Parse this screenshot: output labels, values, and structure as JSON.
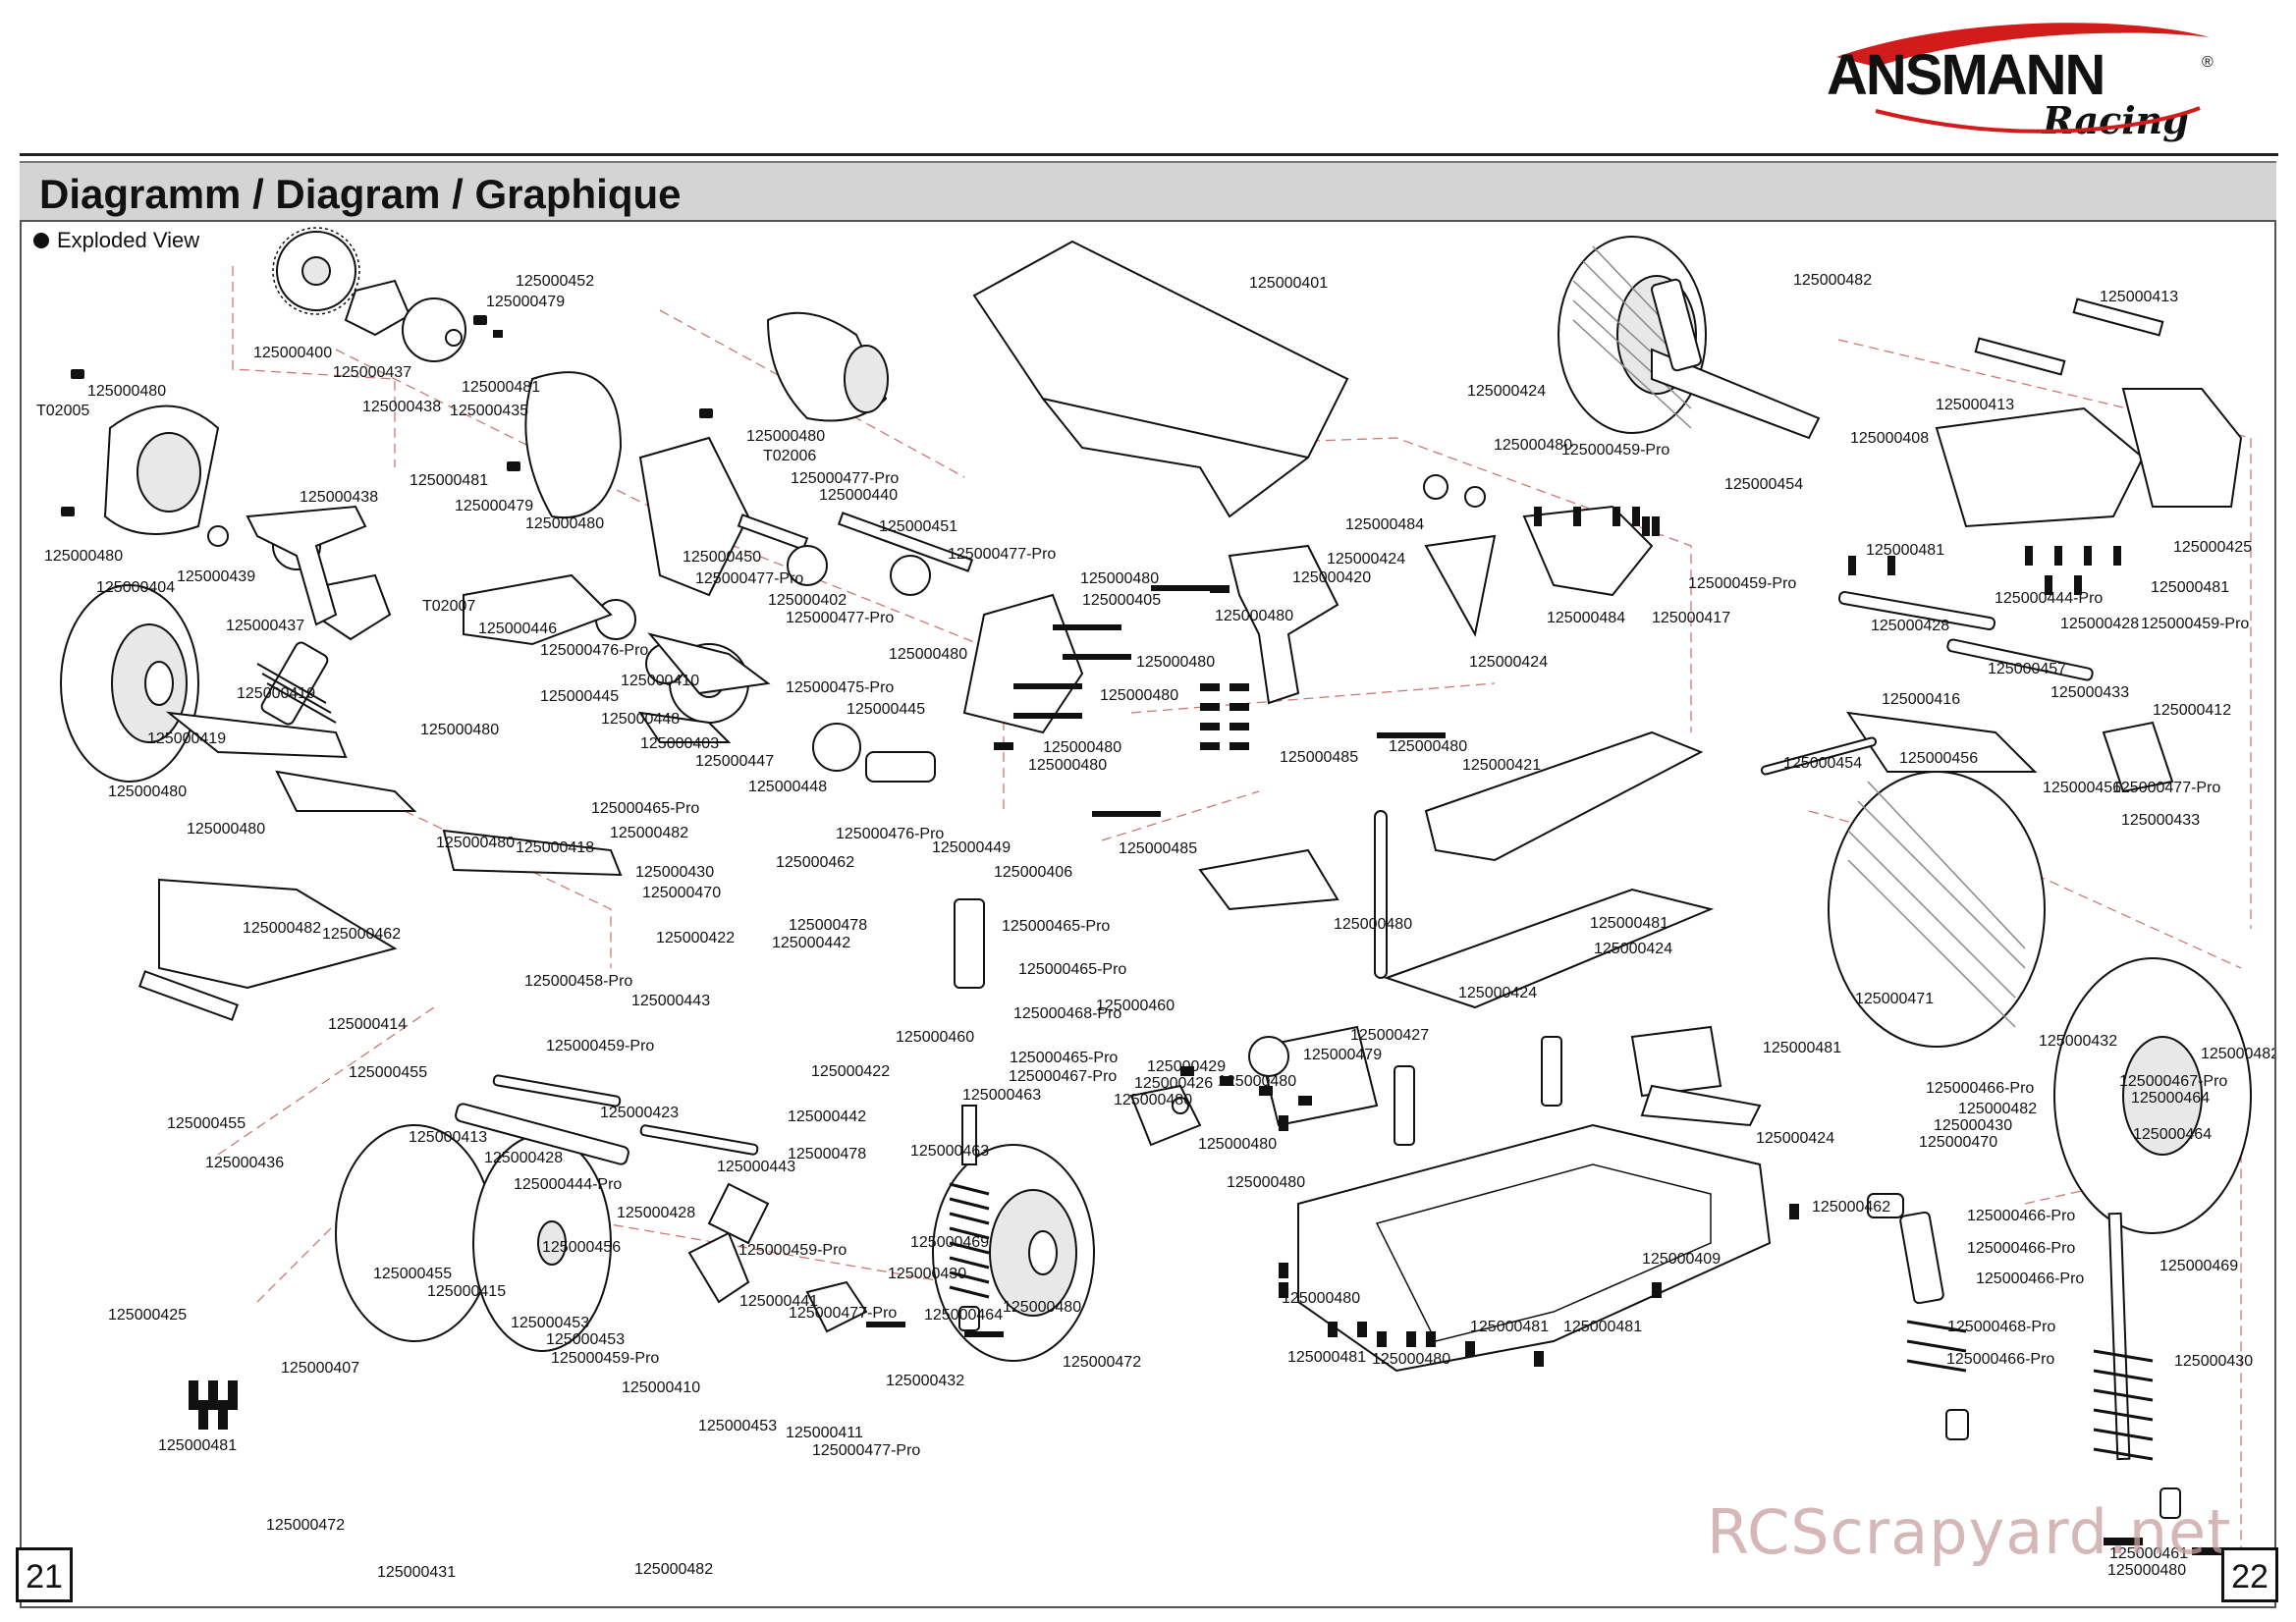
{
  "brand": {
    "name": "ANSMANN",
    "sub": "Racing",
    "registered": "®"
  },
  "header": {
    "title": "Diagramm / Diagram / Graphique"
  },
  "section": {
    "label": "Exploded View"
  },
  "pages": {
    "left": "21",
    "right": "22"
  },
  "watermark": "RCScrapyard.net",
  "parts": {
    "p1": "125000452",
    "p2": "125000479",
    "p3": "125000400",
    "p4": "125000437",
    "p5": "125000438",
    "p6": "125000481",
    "p7": "125000435",
    "p8": "125000480",
    "p9": "T02005",
    "p10": "125000480",
    "p11": "125000481",
    "p12": "125000479",
    "p13": "125000480",
    "p14": "T02006",
    "p15": "125000438",
    "p16": "125000480",
    "p17": "125000404",
    "p18": "125000439",
    "p19": "125000437",
    "p20": "125000477-Pro",
    "p21": "125000440",
    "p22": "125000451",
    "p23": "125000450",
    "p24": "125000477-Pro",
    "p25": "125000477-Pro",
    "p26": "125000480",
    "p27": "125000405",
    "p28": "125000402",
    "p29": "125000477-Pro",
    "p30": "T02007",
    "p31": "125000446",
    "p32": "125000476-Pro",
    "p33": "125000445",
    "p34": "125000410",
    "p35": "125000448",
    "p36": "125000480",
    "p37": "125000475-Pro",
    "p38": "125000480",
    "p39": "125000403",
    "p40": "125000447",
    "p41": "125000445",
    "p42": "125000448",
    "p43": "125000480",
    "p44": "125000480",
    "p45": "125000419",
    "p46": "125000419",
    "p47": "125000480",
    "p48": "125000480",
    "p49": "125000480",
    "p50": "125000465-Pro",
    "p51": "125000482",
    "p52": "125000462",
    "p53": "125000430",
    "p54": "125000470",
    "p55": "125000476-Pro",
    "p56": "125000449",
    "p57": "125000406",
    "p58": "125000480",
    "p59": "125000418",
    "p60": "125000482",
    "p61": "125000462",
    "p62": "125000422",
    "p63": "125000478",
    "p64": "125000442",
    "p65": "125000465-Pro",
    "p66": "125000465-Pro",
    "p67": "125000458-Pro",
    "p68": "125000414",
    "p69": "125000443",
    "p70": "125000460",
    "p71": "125000468-Pro",
    "p72": "125000459-Pro",
    "p73": "125000422",
    "p74": "125000465-Pro",
    "p75": "125000455",
    "p76": "125000467-Pro",
    "p77": "125000463",
    "p78": "125000455",
    "p79": "125000423",
    "p80": "125000442",
    "p81": "125000413",
    "p82": "125000436",
    "p83": "125000428",
    "p84": "125000478",
    "p85": "125000443",
    "p86": "125000463",
    "p87": "125000444-Pro",
    "p88": "125000428",
    "p89": "125000455",
    "p90": "125000456",
    "p91": "125000459-Pro",
    "p92": "125000469",
    "p93": "125000415",
    "p94": "125000430",
    "p95": "125000441",
    "p96": "125000453",
    "p97": "125000477-Pro",
    "p98": "125000480",
    "p99": "125000425",
    "p100": "125000453",
    "p101": "125000464",
    "p102": "125000459-Pro",
    "p103": "125000432",
    "p104": "125000407",
    "p105": "125000410",
    "p106": "125000472",
    "p107": "125000453",
    "p108": "125000411",
    "p109": "125000481",
    "p110": "125000477-Pro",
    "p111": "125000472",
    "p112": "125000431",
    "p113": "125000482",
    "p114": "125000401",
    "p115": "125000482",
    "p116": "125000413",
    "p117": "125000424",
    "p118": "125000413",
    "p119": "125000480",
    "p120": "125000459-Pro",
    "p121": "125000408",
    "p122": "125000454",
    "p123": "125000484",
    "p124": "125000424",
    "p125": "125000481",
    "p126": "125000425",
    "p127": "125000420",
    "p128": "125000444-Pro",
    "p129": "125000481",
    "p130": "125000459-Pro",
    "p131": "125000480",
    "p132": "125000484",
    "p133": "125000417",
    "p134": "125000428",
    "p135": "125000428",
    "p136": "125000459-Pro",
    "p137": "125000424",
    "p138": "125000480",
    "p139": "125000457",
    "p140": "125000433",
    "p141": "125000416",
    "p142": "125000412",
    "p143": "125000480",
    "p144": "125000454",
    "p145": "125000456",
    "p146": "125000456",
    "p147": "125000477-Pro",
    "p148": "125000433",
    "p149": "125000485",
    "p150": "125000421",
    "p151": "125000485",
    "p152": "125000480",
    "p153": "125000481",
    "p154": "125000424",
    "p155": "125000424",
    "p156": "125000460",
    "p157": "125000427",
    "p158": "125000479",
    "p159": "125000471",
    "p160": "125000432",
    "p161": "125000482",
    "p162": "125000429",
    "p163": "125000426",
    "p164": "125000480",
    "p165": "125000480",
    "p166": "125000481",
    "p167": "125000480",
    "p168": "125000424",
    "p169": "125000466-Pro",
    "p170": "125000482",
    "p171": "125000430",
    "p172": "125000470",
    "p173": "125000467-Pro",
    "p174": "125000464",
    "p175": "125000464",
    "p176": "125000480",
    "p177": "125000409",
    "p178": "125000462",
    "p179": "125000466-Pro",
    "p180": "125000466-Pro",
    "p181": "125000466-Pro",
    "p182": "125000469",
    "p183": "125000480",
    "p184": "125000481",
    "p185": "125000481",
    "p186": "125000480",
    "p187": "125000481",
    "p188": "125000468-Pro",
    "p189": "125000466-Pro",
    "p190": "125000430",
    "p191": "125000461",
    "p192": "125000480"
  }
}
